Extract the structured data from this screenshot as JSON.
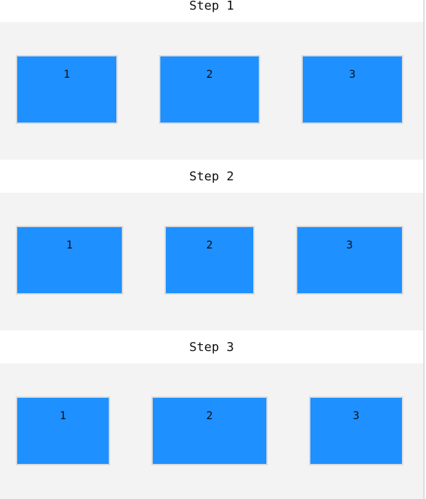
{
  "steps": [
    {
      "title": "Step 1",
      "boxes": [
        "1",
        "2",
        "3"
      ]
    },
    {
      "title": "Step 2",
      "boxes": [
        "1",
        "2",
        "3"
      ]
    },
    {
      "title": "Step 3",
      "boxes": [
        "1",
        "2",
        "3"
      ]
    }
  ],
  "colors": {
    "box_fill": "#1e90ff",
    "box_border": "#dadada",
    "panel_background": "#f3f3f3"
  }
}
